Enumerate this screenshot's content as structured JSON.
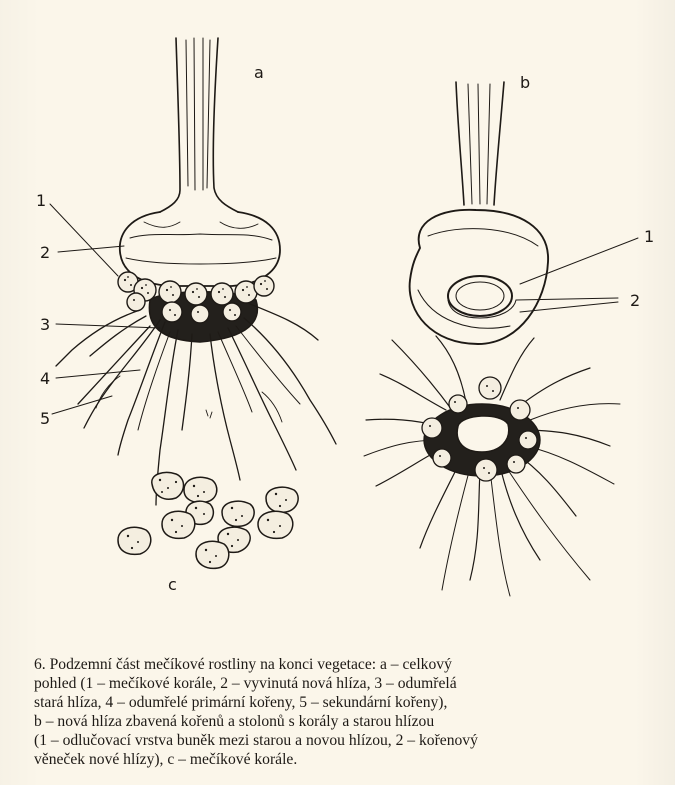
{
  "figure": {
    "label_a": "a",
    "label_b": "b",
    "label_c": "c",
    "a_num_1": "1",
    "a_num_2": "2",
    "a_num_3": "3",
    "a_num_4": "4",
    "a_num_5": "5",
    "b_num_1": "1",
    "b_num_2": "2"
  },
  "caption": {
    "lines": [
      "6. Podzemní část mečíkové rostliny na konci vegetace: a – celkový",
      "pohled (1 – mečíkové korále, 2 – vyvinutá nová hlíza, 3 – odumřelá",
      "stará hlíza, 4 – odumřelé primární kořeny, 5 – sekundární kořeny),",
      "b – nová hlíza zbavená kořenů a stolonů s korály a starou hlízou",
      "(1 – odlučovací vrstva buněk mezi starou a novou hlízou, 2 – kořenový",
      "věneček nové hlízy), c – mečíkové korále."
    ]
  },
  "colors": {
    "paper": "#fbf6ea",
    "ink": "#1e1a16"
  }
}
